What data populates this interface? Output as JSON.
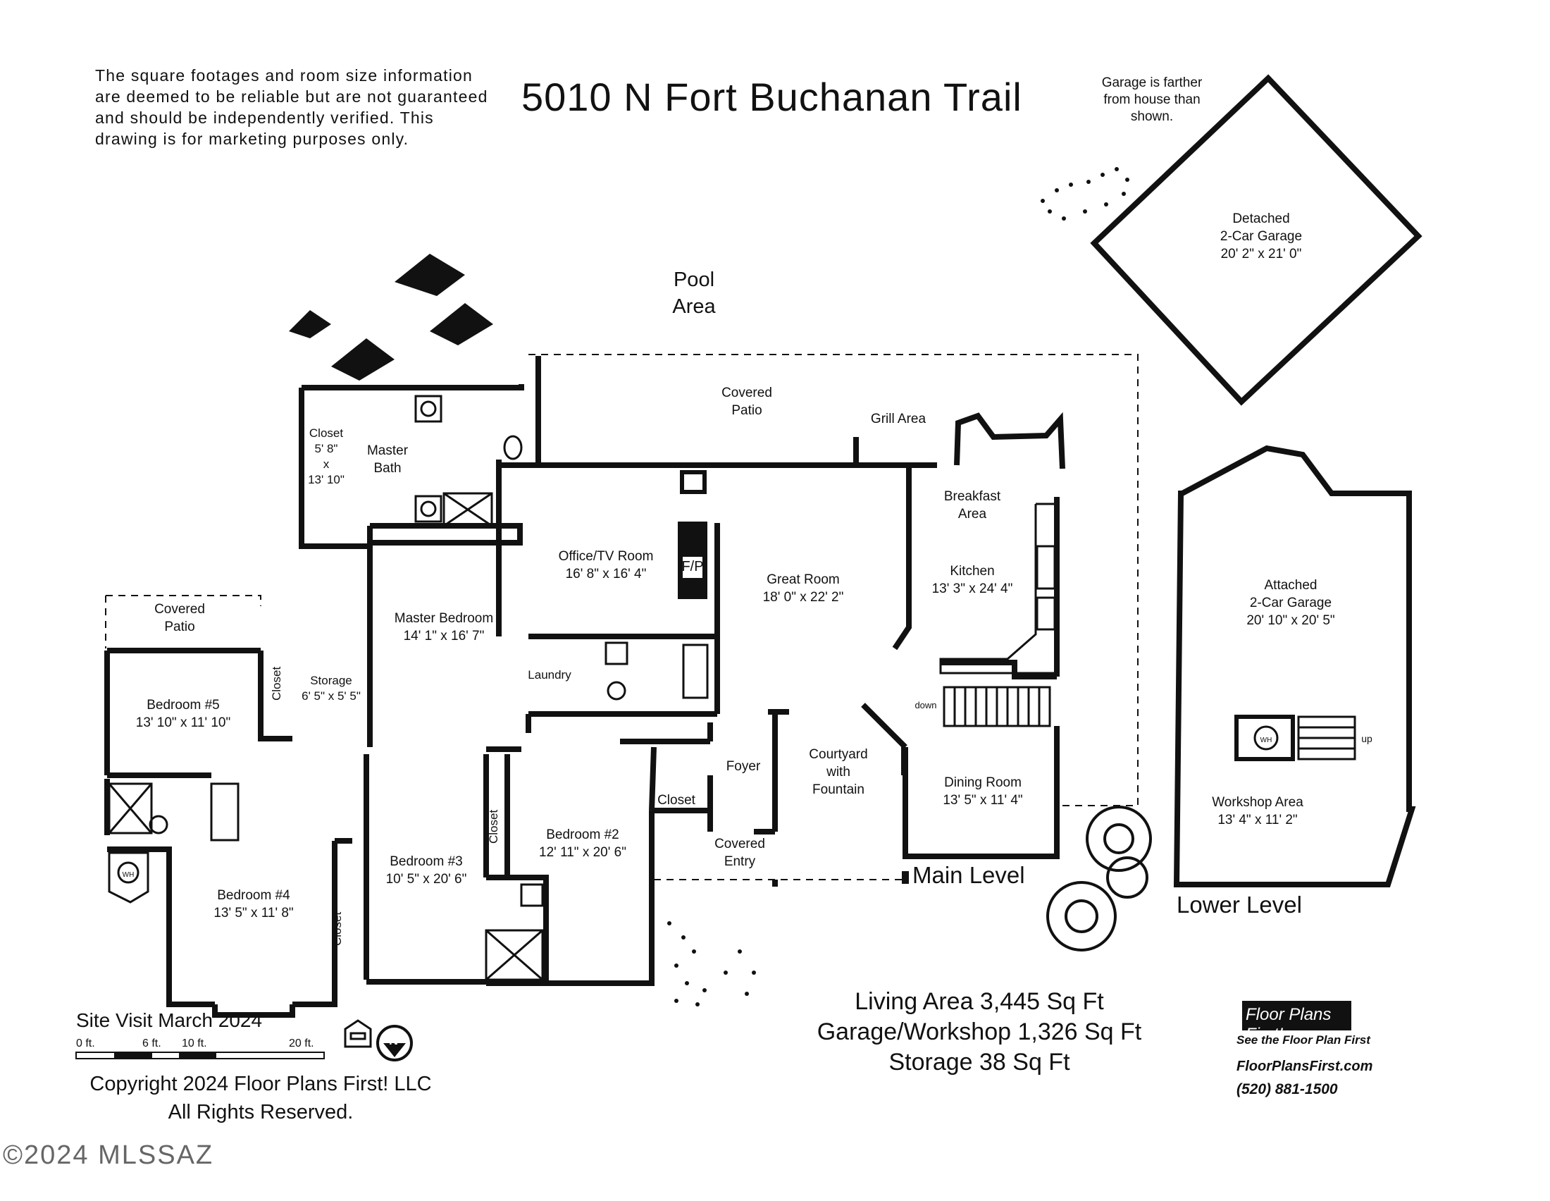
{
  "disclaimer": [
    "The square footages and room size information",
    "are deemed to be reliable but are not guaranteed",
    "and should be independently verified. This",
    "drawing is for marketing purposes only."
  ],
  "title": "5010 N Fort Buchanan Trail",
  "garage_note": [
    "Garage is farther",
    "from house than",
    "shown."
  ],
  "pool_area": [
    "Pool",
    "Area"
  ],
  "rooms": {
    "detached_garage": [
      "Detached",
      "2-Car Garage",
      "20' 2\" x 21' 0\""
    ],
    "covered_patio_top": [
      "Covered",
      "Patio"
    ],
    "grill_area": "Grill Area",
    "closet_master": [
      "Closet",
      "5' 8\"",
      "x",
      "13' 10\""
    ],
    "master_bath": [
      "Master",
      "Bath"
    ],
    "office": [
      "Office/TV Room",
      "16' 8\" x 16' 4\""
    ],
    "fireplace": "F/P",
    "great_room": [
      "Great Room",
      "18' 0\" x 22' 2\""
    ],
    "breakfast": [
      "Breakfast",
      "Area"
    ],
    "kitchen": [
      "Kitchen",
      "13' 3\" x 24' 4\""
    ],
    "covered_patio_left": [
      "Covered",
      "Patio"
    ],
    "master_bedroom": [
      "Master Bedroom",
      "14' 1\" x 16' 7\""
    ],
    "laundry": "Laundry",
    "bedroom5": [
      "Bedroom #5",
      "13' 10\" x 11' 10\""
    ],
    "closet_b5": "Closet",
    "storage": [
      "Storage",
      "6' 5\" x 5' 5\""
    ],
    "down": "down",
    "foyer": "Foyer",
    "courtyard": [
      "Courtyard",
      "with",
      "Fountain"
    ],
    "dining": [
      "Dining Room",
      "13' 5\" x 11' 4\""
    ],
    "closet_b2": "Closet",
    "closet_b3": "Closet",
    "bedroom3": [
      "Bedroom #3",
      "10' 5\" x 20' 6\""
    ],
    "bedroom2": [
      "Bedroom #2",
      "12' 11\" x 20' 6\""
    ],
    "covered_entry": [
      "Covered",
      "Entry"
    ],
    "bedroom4": [
      "Bedroom #4",
      "13' 5\" x 11' 8\""
    ],
    "closet_b4": "Closet",
    "wh": "WH",
    "attached_garage": [
      "Attached",
      "2-Car Garage",
      "20' 10\" x 20' 5\""
    ],
    "workshop": [
      "Workshop Area",
      "13' 4\" x 11' 2\""
    ],
    "up": "up"
  },
  "level_labels": {
    "main": "Main Level",
    "lower": "Lower Level"
  },
  "totals": [
    "Living Area 3,445 Sq Ft",
    "Garage/Workshop 1,326 Sq Ft",
    "Storage 38 Sq Ft"
  ],
  "site_visit": "Site Visit March 2024",
  "scale_labels": [
    "0 ft.",
    "6 ft.",
    "10 ft.",
    "20 ft."
  ],
  "north": "N",
  "copyright": [
    "Copyright 2024 Floor Plans First! LLC",
    "All Rights Reserved."
  ],
  "brand": {
    "logo_text": "Floor Plans First!",
    "tagline": "See the Floor Plan First",
    "website": "FloorPlansFirst.com",
    "phone": "(520) 881-1500"
  },
  "watermark": "©2024 MLSSAZ"
}
